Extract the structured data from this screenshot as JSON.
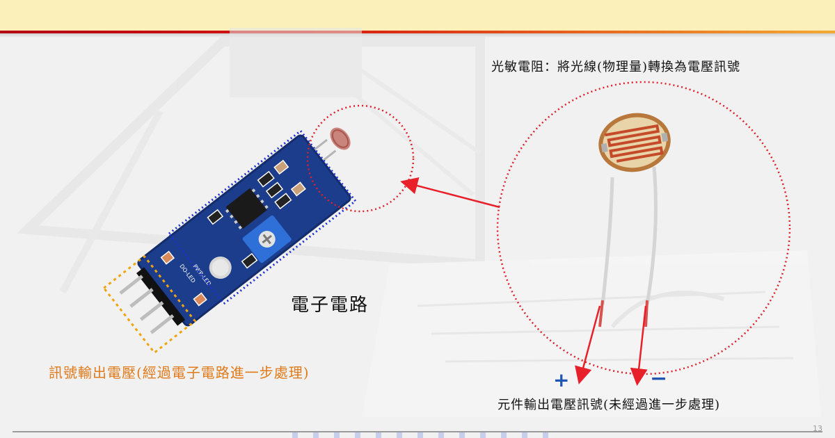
{
  "captions": {
    "photoresistor": "光敏電阻：將光線(物理量)轉換為電壓訊號",
    "electronic_circuit": "電子電路",
    "signal_output": "訊號輸出電壓(經過電子電路進一步處理)",
    "component_output": "元件輸出電壓訊號(未經過進一步處理)"
  },
  "polarity": {
    "positive": "+",
    "negative": "−"
  },
  "module_silkscreen": {
    "do_led": "DO-LED",
    "pwr_led": "PWR-LED"
  },
  "page_number": "13",
  "colors": {
    "highlight_circle": "#e0202a",
    "circuit_box": "#1d2fd6",
    "output_box": "#f0a40e",
    "arrow": "#e8202a",
    "polarity_sign": "#1f55b5",
    "pcb": "#1c3d8c"
  },
  "icons": {
    "module": "light-sensor-module-image",
    "ldr": "photoresistor-image"
  }
}
